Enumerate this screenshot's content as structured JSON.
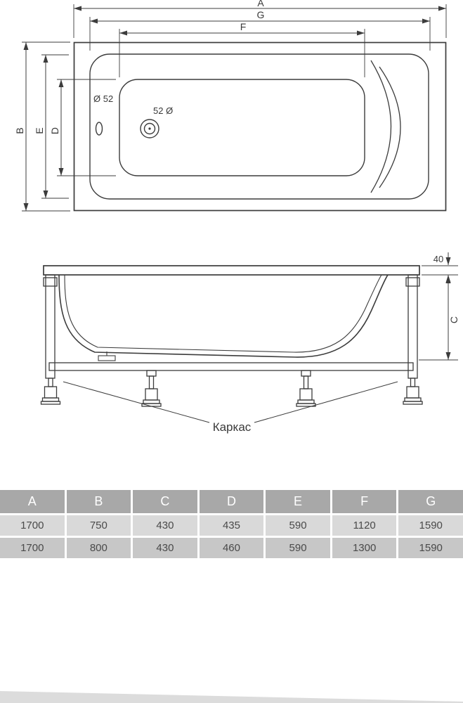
{
  "top_view": {
    "labels": {
      "a": "A",
      "g": "G",
      "f": "F",
      "b": "B",
      "e": "E",
      "d": "D"
    },
    "overflow_label": "Ø 52",
    "drain_label": "52 Ø"
  },
  "side_view": {
    "dim_40": "40",
    "dim_c": "C",
    "frame_label": "Каркас"
  },
  "table": {
    "headers": [
      "A",
      "B",
      "C",
      "D",
      "E",
      "F",
      "G"
    ],
    "rows": [
      [
        "1700",
        "750",
        "430",
        "435",
        "590",
        "1120",
        "1590"
      ],
      [
        "1700",
        "800",
        "430",
        "460",
        "590",
        "1300",
        "1590"
      ]
    ]
  },
  "colors": {
    "line": "#3c3c3c",
    "table_header_bg": "#a8a8a8",
    "table_row1_bg": "#d9d9d9",
    "table_row2_bg": "#c7c7c7",
    "footer_bg": "#dcdcdc"
  }
}
